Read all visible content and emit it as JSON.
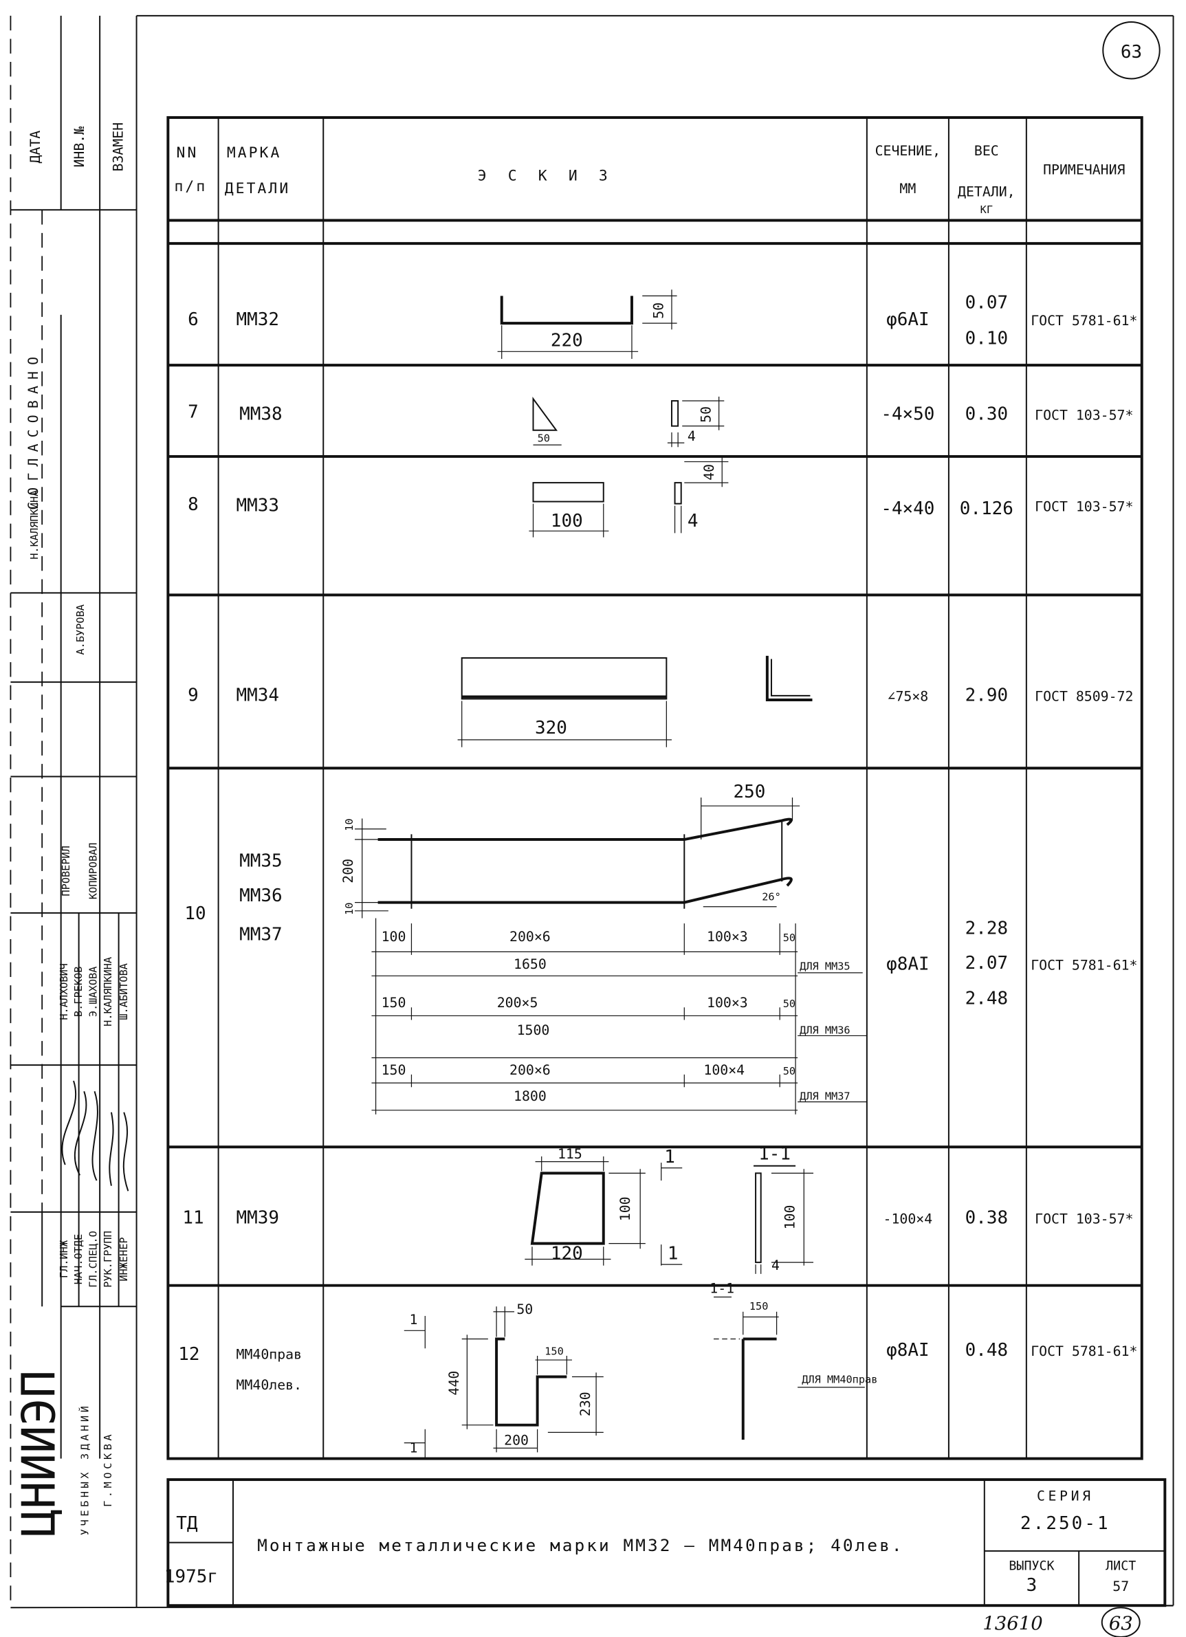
{
  "sheet_number_top": "63",
  "header": {
    "nn_1": "NN",
    "nn_2": "п/п",
    "mark_1": "МАРКА",
    "mark_2": "ДЕТАЛИ",
    "sketch": "Э С К И З",
    "section_1": "СЕЧЕНИЕ,",
    "section_2": "ММ",
    "weight_1": "ВЕС",
    "weight_2": "ДЕТАЛИ,",
    "weight_3": "КГ",
    "notes": "ПРИМЕЧАНИЯ"
  },
  "rows": [
    {
      "number": "6",
      "marks": [
        "ММ32"
      ],
      "section": "φ6AI",
      "weights": [
        "0.07",
        "0.10"
      ],
      "note": "ГОСТ 5781-61*",
      "sketch_labels": [
        "220",
        "50"
      ]
    },
    {
      "number": "7",
      "marks": [
        "ММ38"
      ],
      "section": "-4×50",
      "weights": [
        "0.30"
      ],
      "note": "ГОСТ 103-57*",
      "sketch_labels": [
        "50",
        "50",
        "4"
      ]
    },
    {
      "number": "8",
      "marks": [
        "ММ33"
      ],
      "section": "-4×40",
      "weights": [
        "0.126"
      ],
      "note": "ГОСТ 103-57*",
      "sketch_labels": [
        "100",
        "40",
        "4"
      ]
    },
    {
      "number": "9",
      "marks": [
        "ММ34"
      ],
      "section": "∠75×8",
      "weights": [
        "2.90"
      ],
      "note": "ГОСТ 8509-72",
      "sketch_labels": [
        "320"
      ]
    },
    {
      "number": "10",
      "marks": [
        "ММ35",
        "ММ36",
        "ММ37"
      ],
      "section": "φ8AI",
      "weights": [
        "2.28",
        "2.07",
        "2.48"
      ],
      "note": "ГОСТ 5781-61*",
      "sketch_labels": [
        "250",
        "10",
        "200",
        "10",
        "26°"
      ],
      "variants": [
        {
          "parts": [
            "100",
            "200×6",
            "100×3",
            "50"
          ],
          "total": "1650",
          "for": "ДЛЯ ММ35"
        },
        {
          "parts": [
            "150",
            "200×5",
            "100×3",
            "50"
          ],
          "total": "1500",
          "for": "ДЛЯ ММ36"
        },
        {
          "parts": [
            "150",
            "200×6",
            "100×4",
            "50"
          ],
          "total": "1800",
          "for": "ДЛЯ ММ37"
        }
      ]
    },
    {
      "number": "11",
      "marks": [
        "ММ39"
      ],
      "section": "-100×4",
      "weights": [
        "0.38"
      ],
      "note": "ГОСТ 103-57*",
      "sketch_labels": [
        "115",
        "120",
        "100",
        "1",
        "1",
        "1-1",
        "100",
        "4"
      ]
    },
    {
      "number": "12",
      "marks": [
        "ММ40прав",
        "ММ40лев."
      ],
      "section": "φ8AI",
      "weights": [
        "0.48"
      ],
      "note": "ГОСТ 5781-61*",
      "sketch_labels": [
        "50",
        "150",
        "440",
        "230",
        "200",
        "1",
        "1",
        "1-1",
        "150",
        "ДЛЯ ММ40прав"
      ]
    }
  ],
  "title_block": {
    "code": "ТД",
    "year": "1975г",
    "title": "Монтажные металлические марки ММ32 – ММ40прав; 40лев.",
    "series_label": "СЕРИЯ",
    "series": "2.250-1",
    "issue_label": "ВЫПУСК",
    "issue": "3",
    "sheet_label": "ЛИСТ",
    "sheet": "57"
  },
  "footer": {
    "inventory": "13610",
    "page": "63"
  },
  "left_stamp": {
    "date": "ДАТА",
    "inv": "ИНВ.№",
    "replaces": "ВЗАМЕН",
    "agreed": "СОГЛАСОВАНО",
    "agreed_names": [
      "Н.КАЛЯПКИНА",
      "А.БУРОВА"
    ],
    "checked": "ПРОВЕРИЛ",
    "copied": "КОПИРОВАЛ",
    "names": [
      "Н.АЛХОВИЧ",
      "В.ГРЕКОВ",
      "Э.ШАХОВА",
      "Н.КАЛЯПКИНА",
      "Ш.АБИТОВА"
    ],
    "roles": [
      "ГЛ.ИНЖ",
      "НАЧ.ОТДЕ",
      "ГЛ.СПЕЦ.О",
      "РУК.ГРУПП",
      "ИНЖЕНЕР"
    ],
    "org": "ЦНИИЭП",
    "org_sub": "УЧЕБНЫХ ЗДАНИЙ",
    "city": "Г.МОСКВА"
  }
}
